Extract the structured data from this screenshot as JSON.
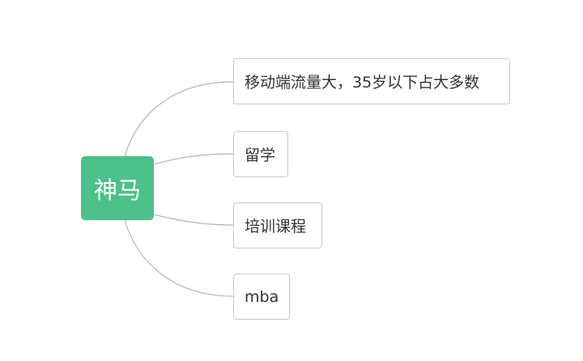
{
  "mindmap": {
    "root": {
      "label": "神马"
    },
    "children": [
      {
        "label": "移动端流量大，35岁以下占大多数"
      },
      {
        "label": "留学"
      },
      {
        "label": "培训课程"
      },
      {
        "label": "mba"
      }
    ]
  },
  "colors": {
    "root_fill": "#4cc18a",
    "connector": "#b5b5b5",
    "node_border": "#c8c8c8",
    "text": "#333333"
  }
}
